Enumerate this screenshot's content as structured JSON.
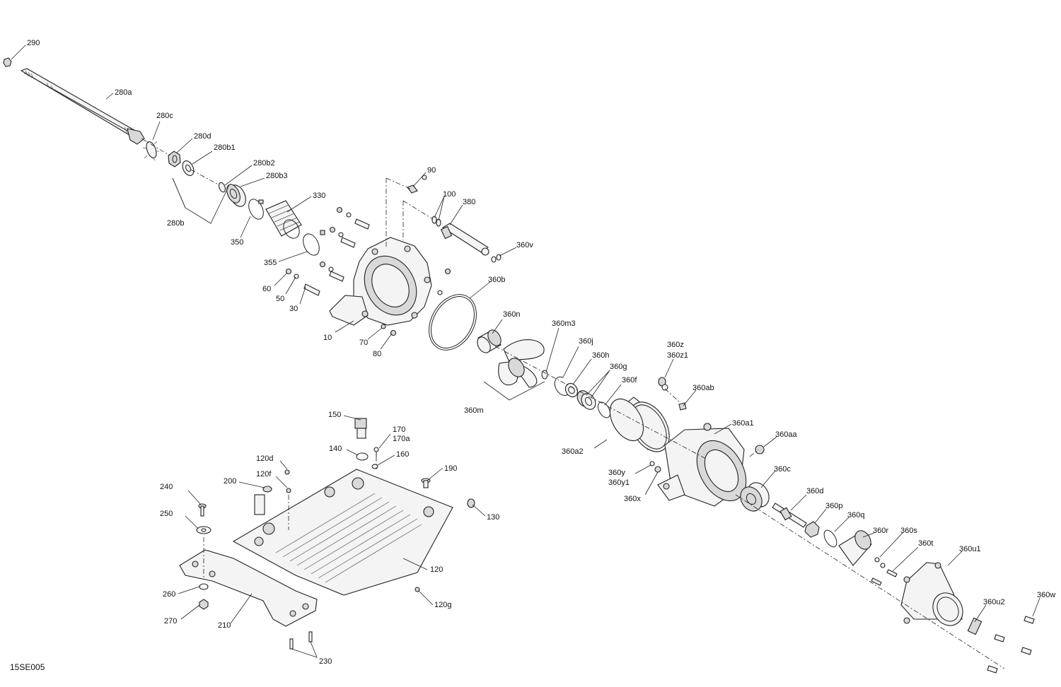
{
  "drawing_ref": "15SE005",
  "callouts": [
    {
      "id": "290",
      "label": "290"
    },
    {
      "id": "280a",
      "label": "280a"
    },
    {
      "id": "280c",
      "label": "280c"
    },
    {
      "id": "280d",
      "label": "280d"
    },
    {
      "id": "280b1",
      "label": "280b1"
    },
    {
      "id": "280b2",
      "label": "280b2"
    },
    {
      "id": "280b3",
      "label": "280b3"
    },
    {
      "id": "280b",
      "label": "280b"
    },
    {
      "id": "330",
      "label": "330"
    },
    {
      "id": "350",
      "label": "350"
    },
    {
      "id": "355",
      "label": "355"
    },
    {
      "id": "90",
      "label": "90"
    },
    {
      "id": "100",
      "label": "100"
    },
    {
      "id": "380",
      "label": "380"
    },
    {
      "id": "360v",
      "label": "360v"
    },
    {
      "id": "360b",
      "label": "360b"
    },
    {
      "id": "60",
      "label": "60"
    },
    {
      "id": "50",
      "label": "50"
    },
    {
      "id": "30",
      "label": "30"
    },
    {
      "id": "10",
      "label": "10"
    },
    {
      "id": "70",
      "label": "70"
    },
    {
      "id": "80",
      "label": "80"
    },
    {
      "id": "360n",
      "label": "360n"
    },
    {
      "id": "360m3",
      "label": "360m3"
    },
    {
      "id": "360j",
      "label": "360j"
    },
    {
      "id": "360h",
      "label": "360h"
    },
    {
      "id": "360g",
      "label": "360g"
    },
    {
      "id": "360f",
      "label": "360f"
    },
    {
      "id": "360m",
      "label": "360m"
    },
    {
      "id": "360z",
      "label": "360z"
    },
    {
      "id": "360z1",
      "label": "360z1"
    },
    {
      "id": "360ab",
      "label": "360ab"
    },
    {
      "id": "360a1",
      "label": "360a1"
    },
    {
      "id": "360aa",
      "label": "360aa"
    },
    {
      "id": "360a2",
      "label": "360a2"
    },
    {
      "id": "360y",
      "label": "360y"
    },
    {
      "id": "360y1",
      "label": "360y1"
    },
    {
      "id": "360x",
      "label": "360x"
    },
    {
      "id": "360c",
      "label": "360c"
    },
    {
      "id": "360d",
      "label": "360d"
    },
    {
      "id": "360p",
      "label": "360p"
    },
    {
      "id": "360q",
      "label": "360q"
    },
    {
      "id": "360r",
      "label": "360r"
    },
    {
      "id": "360s",
      "label": "360s"
    },
    {
      "id": "360t",
      "label": "360t"
    },
    {
      "id": "360u1",
      "label": "360u1"
    },
    {
      "id": "360u2",
      "label": "360u2"
    },
    {
      "id": "360w",
      "label": "360w"
    },
    {
      "id": "150",
      "label": "150"
    },
    {
      "id": "170",
      "label": "170"
    },
    {
      "id": "170a",
      "label": "170a"
    },
    {
      "id": "140",
      "label": "140"
    },
    {
      "id": "160",
      "label": "160"
    },
    {
      "id": "190",
      "label": "190"
    },
    {
      "id": "120d",
      "label": "120d"
    },
    {
      "id": "120f",
      "label": "120f"
    },
    {
      "id": "200",
      "label": "200"
    },
    {
      "id": "240",
      "label": "240"
    },
    {
      "id": "250",
      "label": "250"
    },
    {
      "id": "130",
      "label": "130"
    },
    {
      "id": "120",
      "label": "120"
    },
    {
      "id": "120g",
      "label": "120g"
    },
    {
      "id": "260",
      "label": "260"
    },
    {
      "id": "270",
      "label": "270"
    },
    {
      "id": "210",
      "label": "210"
    },
    {
      "id": "230",
      "label": "230"
    }
  ]
}
